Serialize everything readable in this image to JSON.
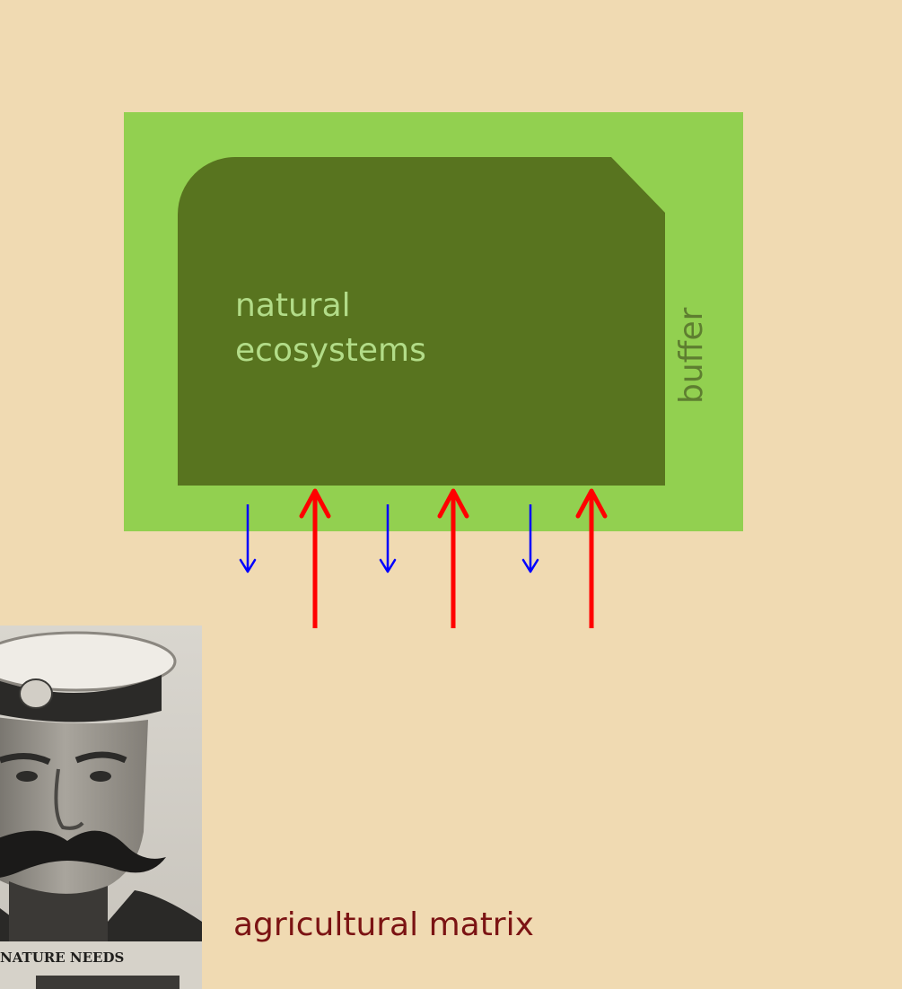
{
  "diagram": {
    "core_label": "natural\necosystems",
    "buffer_label": "buffer",
    "matrix_label": "agricultural matrix",
    "poster_caption": "NATURE NEEDS",
    "colors": {
      "background": "#f0dab2",
      "buffer": "#92d050",
      "core": "#58741f",
      "inflow_arrow": "#ff0000",
      "outflow_arrow": "#0000ff",
      "matrix_text": "#7b1313"
    }
  }
}
